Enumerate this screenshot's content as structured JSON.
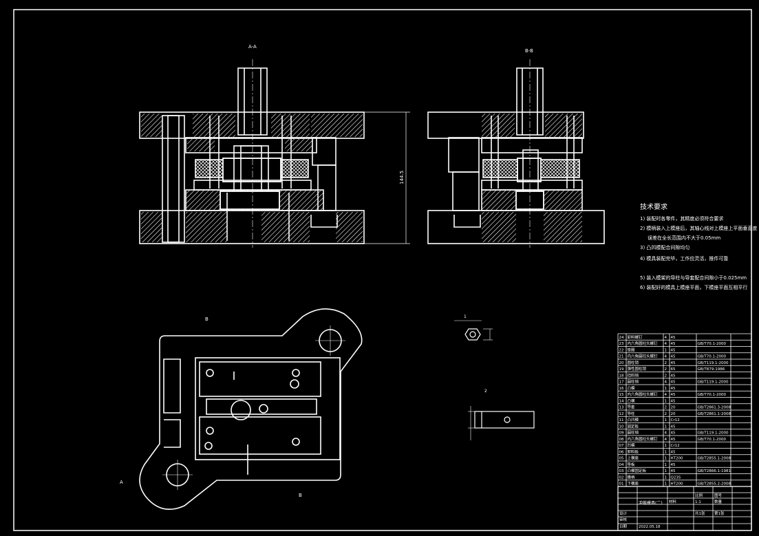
{
  "views": {
    "section_a": "A-A",
    "section_b": "B-B",
    "overall_height": "144.5",
    "plan_label_b_top": "B",
    "plan_label_b_bottom": "B",
    "plan_label_a_left": "A",
    "detail_label_1": "1",
    "detail_label_2": "2"
  },
  "notes": {
    "title": "技术要求",
    "items": [
      "1) 装配时各零件，其精度必须符合要求",
      "2) 模柄装入上模座后，其轴心线对上模座上平面垂直度",
      "误差在全长范围内不大于0.05mm",
      "3) 凸凹模配合间隙均匀",
      "4) 模具装配完毕，工作应灵活，推件可靠",
      "5) 装入模架的导柱与导套配合间隙小于0.025mm",
      "6) 装配好的模具上模座平面，下模座平面互相平行"
    ]
  },
  "bom": {
    "rows": [
      {
        "no": "24",
        "name": "卸料螺钉",
        "qty": "4",
        "mat": "45",
        "std": ""
      },
      {
        "no": "23",
        "name": "内六角圆柱头螺钉",
        "qty": "4",
        "mat": "45",
        "std": "GB/T70.1-2000"
      },
      {
        "no": "22",
        "name": "垫圈",
        "qty": "1",
        "mat": "45",
        "std": ""
      },
      {
        "no": "21",
        "name": "内六角圆柱头螺钉",
        "qty": "4",
        "mat": "45",
        "std": "GB/T70.1-2000"
      },
      {
        "no": "20",
        "name": "圆柱销",
        "qty": "2",
        "mat": "45",
        "std": "GB/T119.1-2000"
      },
      {
        "no": "19",
        "name": "弹性圆柱销",
        "qty": "2",
        "mat": "65",
        "std": "GB/T879-1986"
      },
      {
        "no": "18",
        "name": "挡料销",
        "qty": "2",
        "mat": "45",
        "std": ""
      },
      {
        "no": "17",
        "name": "圆柱销",
        "qty": "4",
        "mat": "45",
        "std": "GB/T119.1-2000"
      },
      {
        "no": "16",
        "name": "凸模",
        "qty": "1",
        "mat": "45",
        "std": ""
      },
      {
        "no": "15",
        "name": "内六角圆柱头螺钉",
        "qty": "4",
        "mat": "45",
        "std": "GB/T70.1-2000"
      },
      {
        "no": "14",
        "name": "凸模",
        "qty": "1",
        "mat": "45",
        "std": ""
      },
      {
        "no": "13",
        "name": "导套",
        "qty": "2",
        "mat": "20",
        "std": "GB/T2861.3-2008"
      },
      {
        "no": "12",
        "name": "导柱",
        "qty": "2",
        "mat": "20",
        "std": "GB/T2861.1-2008"
      },
      {
        "no": "11",
        "name": "凸凹模",
        "qty": "1",
        "mat": "Cr12",
        "std": ""
      },
      {
        "no": "10",
        "name": "固定板",
        "qty": "1",
        "mat": "45",
        "std": ""
      },
      {
        "no": "09",
        "name": "圆柱销",
        "qty": "4",
        "mat": "45",
        "std": "GB/T119.1-2000"
      },
      {
        "no": "08",
        "name": "内六角圆柱头螺钉",
        "qty": "4",
        "mat": "45",
        "std": "GB/T70.1-2000"
      },
      {
        "no": "07",
        "name": "凹模",
        "qty": "1",
        "mat": "Cr12",
        "std": ""
      },
      {
        "no": "06",
        "name": "卸料板",
        "qty": "1",
        "mat": "45",
        "std": ""
      },
      {
        "no": "05",
        "name": "上模座",
        "qty": "1",
        "mat": "HT200",
        "std": "GB/T2855.1-2008"
      },
      {
        "no": "04",
        "name": "垫板",
        "qty": "1",
        "mat": "45",
        "std": ""
      },
      {
        "no": "03",
        "name": "凸模固定板",
        "qty": "1",
        "mat": "45",
        "std": "GB/T2866.1-1981"
      },
      {
        "no": "02",
        "name": "模柄",
        "qty": "1",
        "mat": "Q235",
        "std": ""
      },
      {
        "no": "01",
        "name": "下模座",
        "qty": "1",
        "mat": "HT200",
        "std": "GB/T2855.2-2008"
      }
    ],
    "title_block": {
      "drawing_name": "冲裁模具(二)",
      "sheet_info": "比例",
      "scale": "1:1",
      "ratio_label": "图号",
      "material_label": "材料",
      "weight_label": "数量",
      "designer_label": "设计",
      "checker_label": "审核",
      "date_label": "日期",
      "date": "2022.05.18",
      "sheet_label": "共1张",
      "org_label": "第1张"
    }
  }
}
